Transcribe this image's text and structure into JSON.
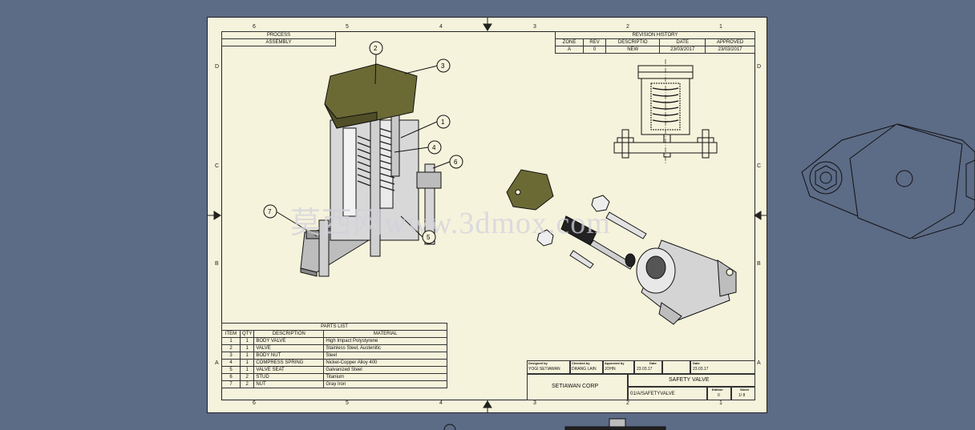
{
  "process_block": {
    "process": "PROCESS",
    "assembly": "ASSEMBLY"
  },
  "zones": {
    "columns_top": [
      "6",
      "5",
      "4",
      "3",
      "2",
      "1"
    ],
    "columns_bottom": [
      "6",
      "5",
      "4",
      "3",
      "2",
      "1"
    ],
    "rows_left": [
      "D",
      "C",
      "B",
      "A"
    ],
    "rows_right": [
      "D",
      "C",
      "B",
      "A"
    ]
  },
  "revision_history": {
    "title": "REVISION HISTORY",
    "headers": [
      "ZONE",
      "REV",
      "DESCRIPTIO",
      "DATE",
      "APPROVED"
    ],
    "rows": [
      [
        "A",
        "0",
        "NEW",
        "23/03/2017",
        "23/03/2017"
      ]
    ]
  },
  "parts_list": {
    "title": "PARTS LIST",
    "headers": [
      "ITEM",
      "QTY",
      "DESCRIPTION",
      "MATERIAL"
    ],
    "rows": [
      [
        "1",
        "1",
        "BODY VALVE",
        "High Impact Polystyrene"
      ],
      [
        "2",
        "1",
        "VALVE",
        "Stainless Steel, Austenitic"
      ],
      [
        "3",
        "1",
        "BODY NUT",
        "Steel"
      ],
      [
        "4",
        "1",
        "COMPRESS SPRING",
        "Nickel-Copper Alloy 400"
      ],
      [
        "5",
        "1",
        "VALVE SEAT",
        "Galvanized Steel"
      ],
      [
        "6",
        "2",
        "STUD",
        "Titanium"
      ],
      [
        "7",
        "2",
        "NUT",
        "Gray Iron"
      ]
    ]
  },
  "title_block": {
    "designed_by_label": "Designed by",
    "designed_by": "YOGI SETIAWAN",
    "checked_by_label": "Checked by",
    "checked_by": "DRANG LAIN",
    "approved_by_label": "Approved by",
    "approved_by": "JOHN",
    "date_label": "Date",
    "date1": "23.03.17",
    "date2_label": "Date",
    "date2": "23.03.17",
    "company": "SETIAWAN CORP",
    "title": "SAFETY VALVE",
    "drawing_number": "01/A/SAFETYVALVE",
    "edition_label": "Edition",
    "edition": "0",
    "sheet_label": "Sheet",
    "sheet": "1/ 8"
  },
  "balloons": [
    "1",
    "2",
    "3",
    "4",
    "5",
    "6",
    "7"
  ],
  "watermark": "莫西网www.3dmox.com",
  "colors": {
    "background": "#5c6b86",
    "sheet": "#f6f3dc",
    "body_nut": "#6b6a35"
  }
}
